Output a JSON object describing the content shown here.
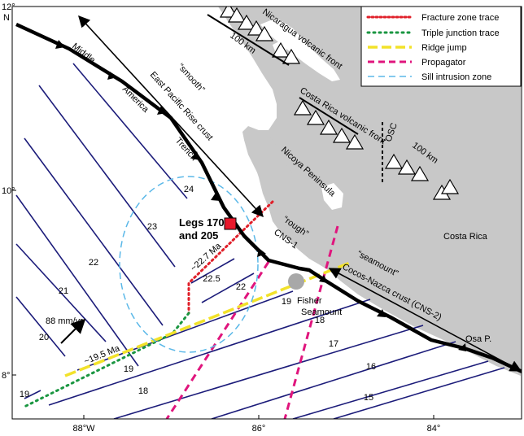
{
  "axes": {
    "lat_ticks": [
      "12°",
      "10°",
      "8°"
    ],
    "lat_hemisphere": "N",
    "lon_ticks": [
      "88°W",
      "86°",
      "84°"
    ]
  },
  "legend": {
    "items": [
      {
        "label": "Fracture zone trace",
        "color": "#e0202a",
        "style": "dotted"
      },
      {
        "label": "Triple junction trace",
        "color": "#1a9641",
        "style": "dotted"
      },
      {
        "label": "Ridge jump",
        "color": "#f2e22a",
        "style": "dashed"
      },
      {
        "label": "Propagator",
        "color": "#e0157d",
        "style": "dashed"
      },
      {
        "label": "Sill intrusion zone",
        "color": "#5bb8e8",
        "style": "dashed"
      }
    ]
  },
  "labels": {
    "nicaragua_front": "Nicaragua volcanic front",
    "km100_top": "100 km",
    "costa_rica_front": "Costa Rica volcanic front",
    "osc": "OSC",
    "km100_right": "100 km",
    "middle": "Middle",
    "america": "America",
    "trench": "Trench",
    "smooth": "“smooth”",
    "epr_crust": "East Pacific Rise crust",
    "nicoya": "Nicoya Peninsula",
    "costa_rica": "Costa Rica",
    "rough": "“rough”",
    "cns1": "CNS-1",
    "seamount_q": "“seamount”",
    "cocos_nazca": "Cocos-Nazca crust (CNS-2)",
    "osa": "Osa P.",
    "legs_line1": "Legs 170",
    "legs_line2": "and 205",
    "age_227": "~22.7 Ma",
    "age_195": "~19.5 Ma",
    "rate": "88 mm/yr",
    "fisher_line1": "Fisher",
    "fisher_line2": "Seamount"
  },
  "anomalies": {
    "west": [
      "24",
      "23",
      "22",
      "21",
      "20",
      "19",
      "22.5",
      "22"
    ],
    "east": [
      "19",
      "18",
      "17",
      "16",
      "15",
      "19",
      "18"
    ]
  },
  "colors": {
    "land": "#c8c8c8",
    "isochron": "#1c1c7a",
    "site_marker": "#e8192c",
    "seamount": "#a8a8a8"
  }
}
